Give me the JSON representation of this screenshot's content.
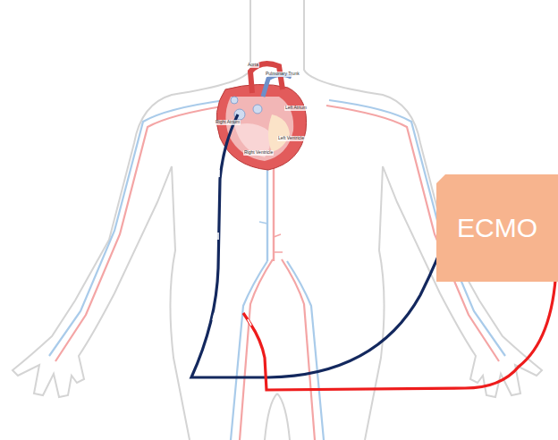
{
  "diagram": {
    "nodes": [
      {
        "text": [
          "ECMO"
        ]
      }
    ],
    "labels": [
      "Aorta",
      "Pulmonary Trunk",
      "Right Atrium",
      "Left Atrium",
      "Left Ventricle",
      "Right Ventricle"
    ]
  }
}
